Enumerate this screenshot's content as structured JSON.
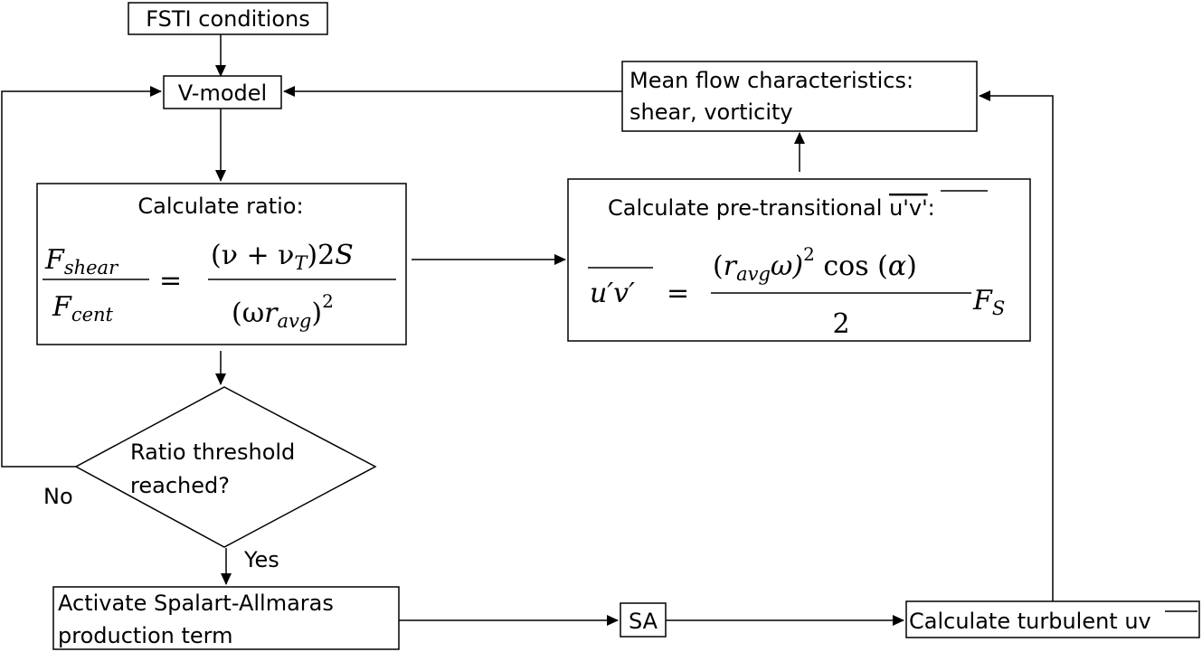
{
  "nodes": {
    "fsti": {
      "label": "FSTI conditions"
    },
    "vmodel": {
      "label": "V-model"
    },
    "mean_flow": {
      "line1": "Mean flow characteristics:",
      "line2": "shear, vorticity"
    },
    "ratio": {
      "title": "Calculate ratio:"
    },
    "pretrans": {
      "title_prefix": "Calculate pre-transitional ",
      "title_overline": "u'v'",
      "title_suffix": ":"
    },
    "decision": {
      "line1": "Ratio threshold",
      "line2": "reached?"
    },
    "activate": {
      "line1": "Activate Spalart-Allmaras",
      "line2": "production term"
    },
    "sa": {
      "label": "SA"
    },
    "turbulent": {
      "prefix": "Calculate turbulent ",
      "overline": "uv"
    }
  },
  "edges": {
    "no_label": "No",
    "yes_label": "Yes"
  },
  "equations": {
    "ratio": {
      "lhs_num_base": "F",
      "lhs_num_sub": "shear",
      "lhs_den_base": "F",
      "lhs_den_sub": "cent",
      "equals": "=",
      "rhs_num_a": "(ν + ν",
      "rhs_num_sub": "T",
      "rhs_num_b": ")2",
      "rhs_num_c": "S",
      "rhs_den_a": "(ω",
      "rhs_den_b": "r",
      "rhs_den_sub": "avg",
      "rhs_den_c": ")",
      "rhs_den_sup": "2"
    },
    "pretrans": {
      "lhs": "u′v′",
      "equals": "=",
      "num_a": "(",
      "num_r": "r",
      "num_sub": "avg",
      "num_w": "ω)",
      "num_sup": "2",
      "num_cos": " cos (",
      "num_alpha": "α",
      "num_close": ")",
      "den": "2",
      "fs_base": "F",
      "fs_sub": "S"
    }
  }
}
